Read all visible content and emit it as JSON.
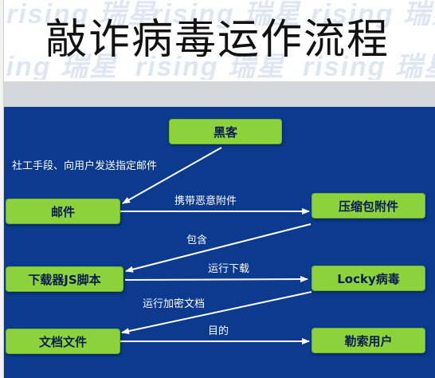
{
  "title": "敲诈病毒运作流程",
  "watermark": "rising 瑞星",
  "nodes": {
    "hacker": "黑客",
    "email": "邮件",
    "zip_attachment": "压缩包附件",
    "downloader": "下载器JS脚本",
    "locky": "Locky病毒",
    "doc_files": "文档文件",
    "ransom_user": "勒索用户"
  },
  "edge_labels": {
    "hacker_to_email": "社工手段、向用户发送指定邮件",
    "email_to_zip": "携带恶意附件",
    "zip_to_downloader": "包含",
    "downloader_to_locky": "运行下载",
    "locky_to_docs": "运行加密文档",
    "docs_to_ransom": "目的"
  },
  "colors": {
    "node_fill": "#8cd23a",
    "node_text": "#0a1a55",
    "diagram_bg": "#0b3a8f",
    "arrow": "#ffffff"
  }
}
